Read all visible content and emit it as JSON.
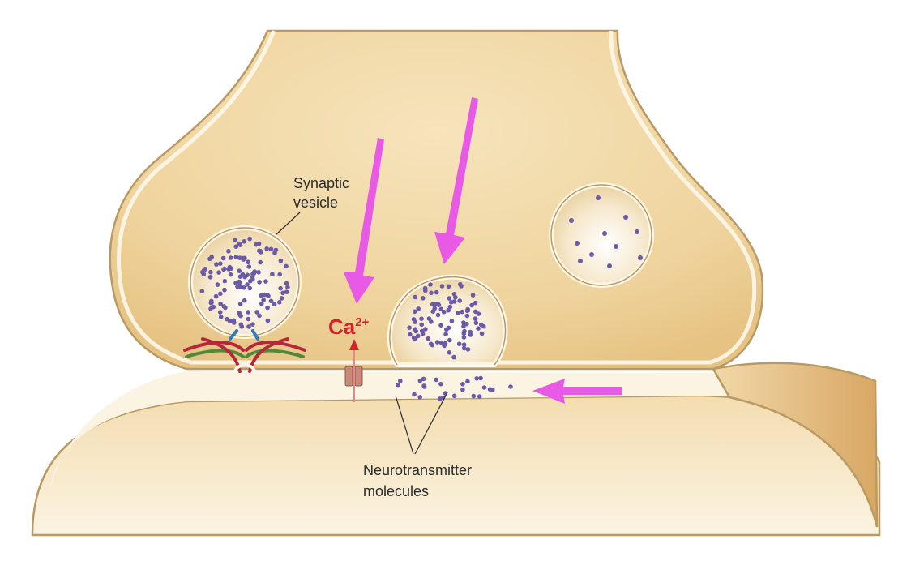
{
  "labels": {
    "synaptic_vesicle_line1": "Synaptic",
    "synaptic_vesicle_line2": "vesicle",
    "calcium_base": "Ca",
    "calcium_charge": "2+",
    "neurotransmitter_line1": "Neurotransmitter",
    "neurotransmitter_line2": "molecules"
  },
  "colors": {
    "presynaptic_fill": "#f0d8a6",
    "membrane_outline": "#b89a62",
    "cleft_fill": "#fbf4e3",
    "postsynaptic_fill": "#f6e6c2",
    "vesicle_fill": "#fbf1dc",
    "molecule": "#6a5aa8",
    "arrow": "#e85ae6",
    "calcium": "#d2232a",
    "channel": "#c98a7a",
    "snare_red": "#b5273a",
    "snare_green": "#4e8a3a",
    "snare_blue": "#2f7cb0"
  },
  "icons": {
    "arrows": "magenta-arrow-icon",
    "channel": "calcium-channel-icon",
    "snare": "snare-complex-icon"
  }
}
